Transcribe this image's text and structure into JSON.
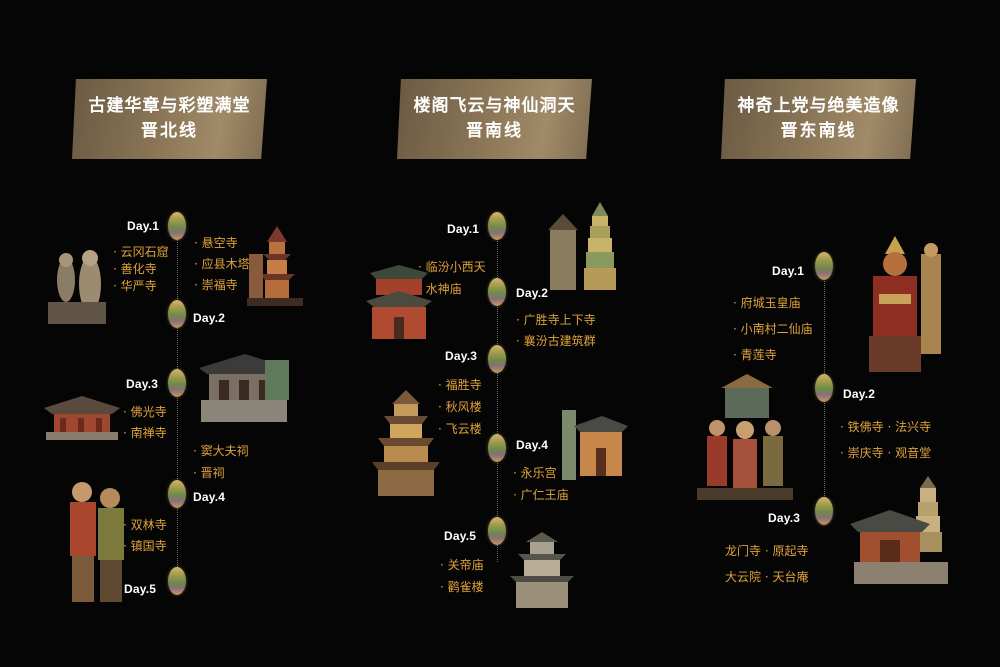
{
  "routes": [
    {
      "title": "古建华章与彩塑满堂",
      "subtitle": "晋北线",
      "days": [
        {
          "label": "Day.1",
          "items": [
            "· 云冈石窟",
            "· 善化寺",
            "· 华严寺"
          ],
          "extra": [
            "· 悬空寺",
            "· 应县木塔",
            "· 崇福寺"
          ]
        },
        {
          "label": "Day.2",
          "items": []
        },
        {
          "label": "Day.3",
          "items": [
            "· 佛光寺",
            "· 南禅寺"
          ],
          "extra": [
            "· 窦大夫祠",
            "· 晋祠"
          ]
        },
        {
          "label": "Day.4",
          "items": [
            "· 双林寺",
            "· 镇国寺"
          ]
        },
        {
          "label": "Day.5",
          "items": []
        }
      ]
    },
    {
      "title": "楼阁飞云与神仙洞天",
      "subtitle": "晋南线",
      "days": [
        {
          "label": "Day.1",
          "items": [
            "· 临汾小西天",
            "· 水神庙"
          ]
        },
        {
          "label": "Day.2",
          "items": [
            "· 广胜寺上下寺",
            "· 襄汾古建筑群"
          ]
        },
        {
          "label": "Day.3",
          "items": [
            "· 福胜寺",
            "· 秋风楼",
            "· 飞云楼"
          ]
        },
        {
          "label": "Day.4",
          "items": [
            "· 永乐宫",
            "· 广仁王庙"
          ]
        },
        {
          "label": "Day.5",
          "items": [
            "· 关帝庙",
            "· 鹳雀楼"
          ]
        }
      ]
    },
    {
      "title": "神奇上党与绝美造像",
      "subtitle": "晋东南线",
      "days": [
        {
          "label": "Day.1",
          "items": [
            "· 府城玉皇庙",
            "· 小南村二仙庙",
            "· 青莲寺"
          ]
        },
        {
          "label": "Day.2",
          "items": [
            "· 铁佛寺  · 法兴寺",
            "· 崇庆寺  · 观音堂"
          ]
        },
        {
          "label": "Day.3",
          "items": [
            "龙门寺 · 原起寺",
            "大云院 · 天台庵"
          ]
        }
      ]
    }
  ],
  "colors": {
    "background": "#050505",
    "item_text": "#e0a23c",
    "banner": "#8a7556"
  }
}
